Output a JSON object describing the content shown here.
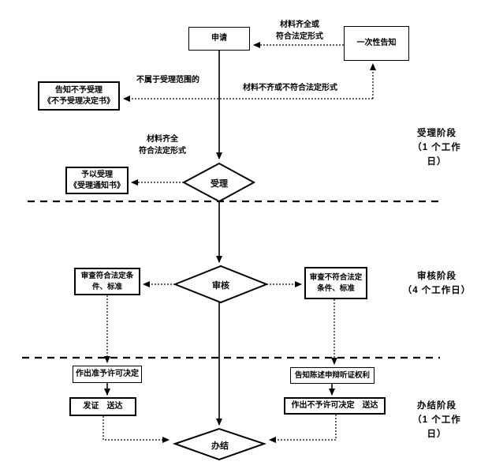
{
  "flowchart": {
    "nodes": {
      "apply": {
        "label": "申请"
      },
      "one_time_notice": {
        "label": "一次性告知"
      },
      "reject_notice": {
        "label": "告知不予受理\n《不予受理决定书》"
      },
      "accept_notice": {
        "label": "予以受理\n《受理通知书》"
      },
      "accept_diamond": {
        "label": "受理"
      },
      "review_diamond": {
        "label": "审核"
      },
      "review_pass": {
        "label": "审查符合法定条\n件、标准"
      },
      "review_fail": {
        "label": "审查不符合法定\n条件、标准"
      },
      "grant_decision": {
        "label": "作出准予许可决定"
      },
      "issue_deliver": {
        "label": "发证　送达"
      },
      "notify_rights": {
        "label": "告知陈述申辩听证权利"
      },
      "deny_decision": {
        "label": "作出不予许可决定　送达"
      },
      "finish_diamond": {
        "label": "办结"
      }
    },
    "edge_labels": {
      "complete_or_valid": "材料齐全或\n符合法定形式",
      "not_in_scope": "不属于受理范围的",
      "incomplete_or_invalid": "材料不齐或不符合法定形式",
      "complete_and_valid": "材料齐全\n符合法定形式"
    },
    "stages": {
      "acceptance": "受理阶段\n（1 个工作\n日）",
      "review": "审核阶段\n（4 个工作日）",
      "completion": "办结阶段\n（1 个工作\n日）"
    }
  },
  "colors": {
    "line": "#000000",
    "background": "#ffffff",
    "text": "#000000"
  }
}
